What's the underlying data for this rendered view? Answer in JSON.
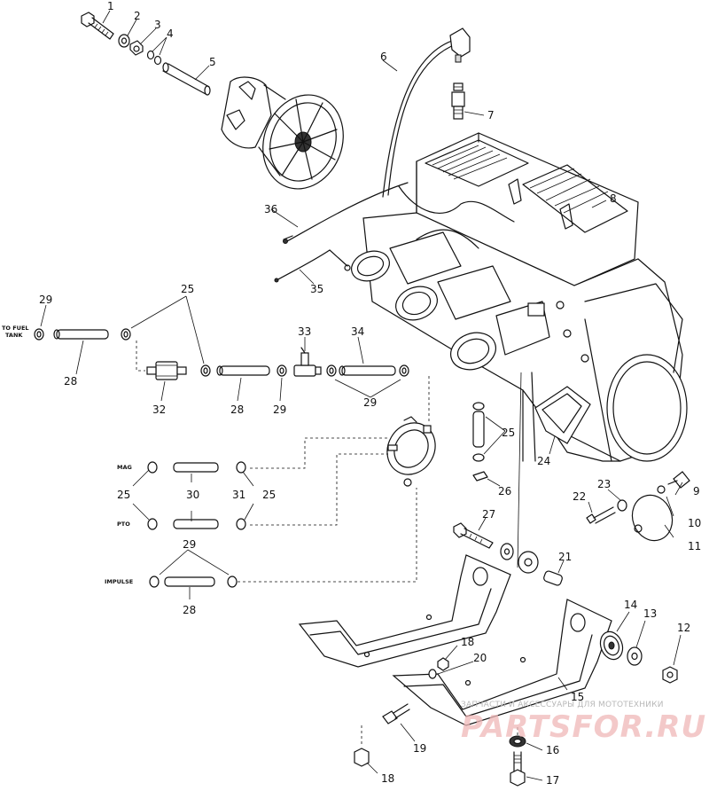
{
  "callouts": {
    "c1": "1",
    "c2": "2",
    "c3": "3",
    "c4": "4",
    "c5": "5",
    "c6": "6",
    "c7": "7",
    "c8": "8",
    "c9": "9",
    "c10": "10",
    "c11": "11",
    "c12": "12",
    "c13": "13",
    "c14": "14",
    "c15": "15",
    "c16": "16",
    "c17": "17",
    "c18a": "18",
    "c18b": "18",
    "c19": "19",
    "c20": "20",
    "c21": "21",
    "c22": "22",
    "c23": "23",
    "c24": "24",
    "c25a": "25",
    "c25b": "25",
    "c25c": "25",
    "c25d": "25",
    "c26": "26",
    "c27": "27",
    "c28a": "28",
    "c28b": "28",
    "c28c": "28",
    "c29a": "29",
    "c29b": "29",
    "c29c": "29",
    "c29d": "29",
    "c30": "30",
    "c31": "31",
    "c32": "32",
    "c33": "33",
    "c34": "34",
    "c35": "35",
    "c36": "36"
  },
  "labels": {
    "to_fuel_tank_line1": "TO FUEL",
    "to_fuel_tank_line2": "TANK",
    "mag": "MAG",
    "pto": "PTO",
    "impulse": "IMPULSE"
  },
  "watermark": {
    "tagline": "ЗАПЧАСТИ И АКСЕССУАРЫ ДЛЯ МОТОТЕХНИКИ",
    "brand": "PARTSFOR.RU"
  }
}
